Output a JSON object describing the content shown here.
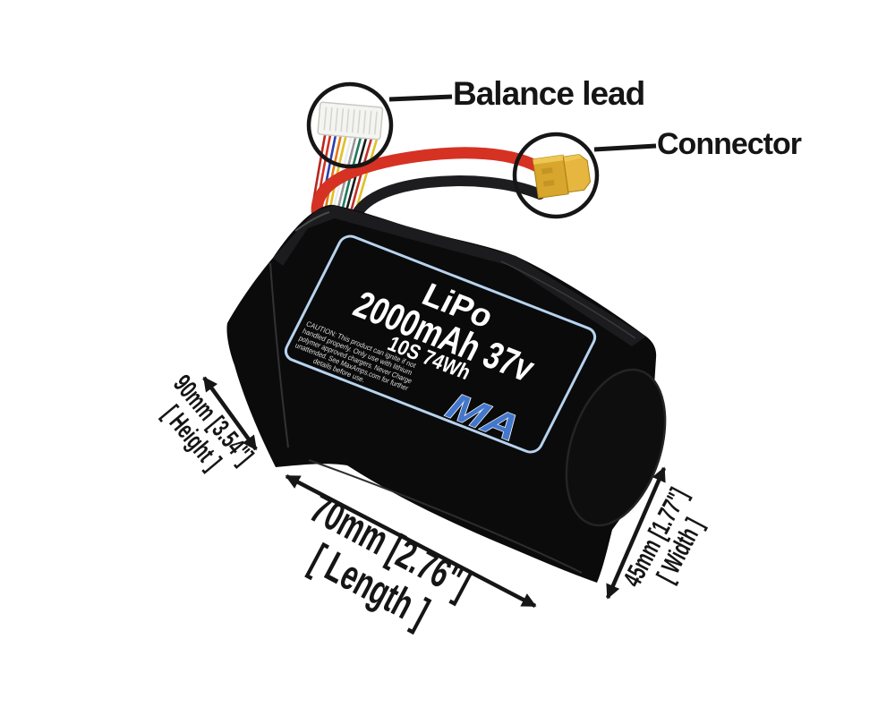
{
  "annotations": {
    "balance_lead": {
      "label": "Balance lead"
    },
    "connector": {
      "label": "Connector"
    },
    "height": {
      "line1": "90mm [3.54\"]",
      "line2": "[ Height ]"
    },
    "length": {
      "line1": "70mm [2.76\"]",
      "line2": "[ Length ]"
    },
    "width": {
      "line1": "45mm [1.77\"]",
      "line2": "[ Width ]"
    }
  },
  "battery_label": {
    "chemistry": "LiPo",
    "capacity_voltage": "2000mAh 37v",
    "cells_energy": "10S 74Wh",
    "caution_lines": [
      "CAUTION: This product can ignite if not",
      "handled properly. Only use with lithium",
      "polymer approved chargers. Never Charge",
      "unattended. See MaxAmps.com for further",
      "details before use."
    ],
    "brand_logo_text": "MA"
  },
  "colors": {
    "label_border": "#b7d3ee",
    "label_text": "#ffffff",
    "caution_text": "#dcdcdc",
    "logo_blue": "#4377cc",
    "battery_black": "#0b0b0c",
    "wire_red": "#d53224",
    "wire_black": "#1d1d1f",
    "xt60_yellow": "#d8a62c",
    "xt60_nose_yellow": "#e6b63e",
    "annotation_ink": "#161616"
  },
  "wires": {
    "balance_colors": [
      "#b82820",
      "#d03028",
      "#2840b0",
      "#e07818",
      "#e0c028",
      "#ececec",
      "#989898",
      "#1f7a60",
      "#1a1a1a",
      "#c03028",
      "#e0c028"
    ]
  }
}
